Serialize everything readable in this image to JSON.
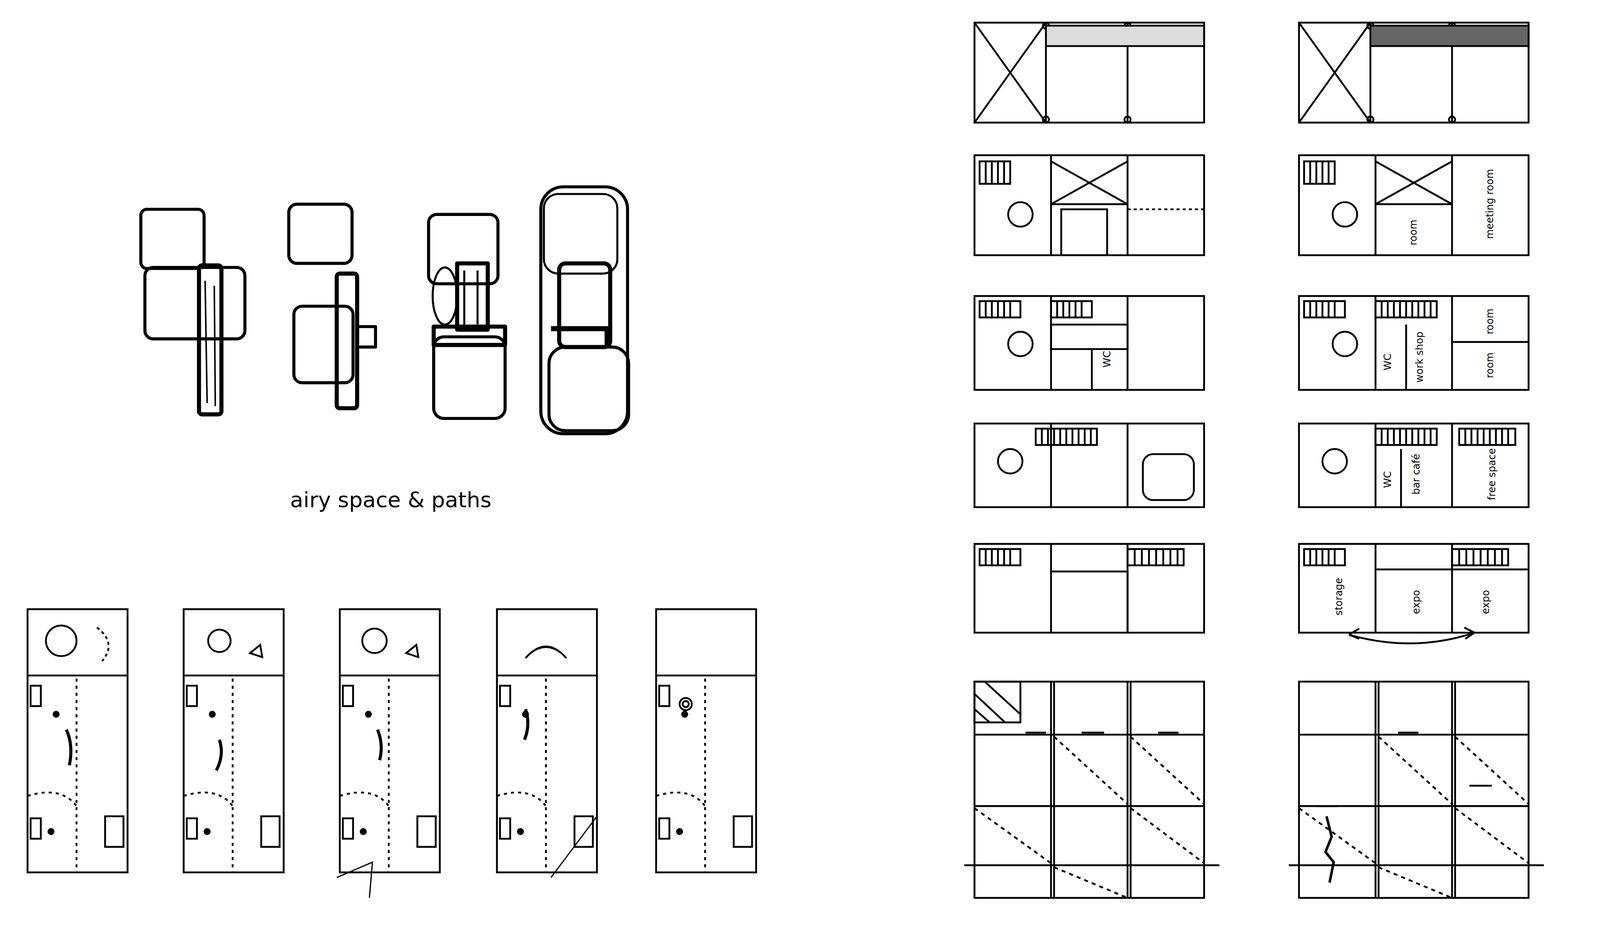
{
  "diagram": {
    "labels": [
      "airy space & paths",
      "meeting room",
      "room",
      "WC",
      "WC",
      "work shop",
      "room",
      "room",
      "WC",
      "bar café",
      "free space",
      "storage",
      "expo",
      "expo"
    ]
  }
}
